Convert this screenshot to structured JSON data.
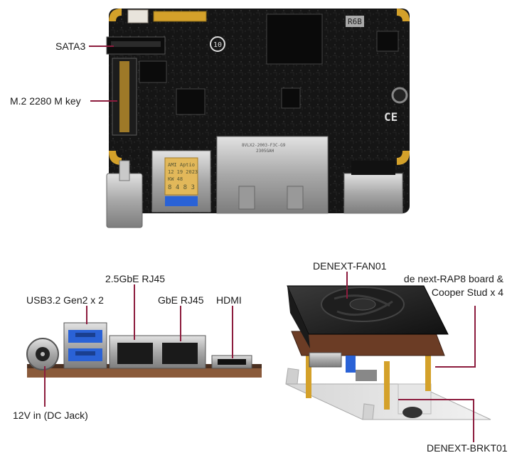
{
  "labels": {
    "sata3": "SATA3",
    "m2": "M.2 2280 M key",
    "usb": "USB3.2 Gen2 x 2",
    "rj45_25g": "2.5GbE RJ45",
    "gbe": "GbE RJ45",
    "hdmi": "HDMI",
    "dc_in": "12V in (DC Jack)",
    "fan": "DENEXT-FAN01",
    "board_line1": "de next-RAP8 board &",
    "board_line2": "Cooper Stud x 4",
    "bracket": "DENEXT-BRKT01"
  },
  "silkscreen": {
    "rj45_chip": "8VLX2-2003-F3C-G9",
    "rj45_code": "2305GAH",
    "sticker_1": "AMI Aptio",
    "sticker_2": "12 19 2023",
    "sticker_3": "KW 48",
    "sticker_4": "8 4 8 3",
    "ref_r6b": "R6B",
    "ce_mark": "CE",
    "fcc_mark": "10"
  },
  "colors": {
    "leader": "#8c1c3d",
    "pcb": "#141414",
    "pcb_trace": "#2a2a2a",
    "gold": "#d4a12a",
    "usb_blue": "#2a62d6",
    "metal": "#b8b8b8",
    "copper": "#8a5a3a"
  }
}
